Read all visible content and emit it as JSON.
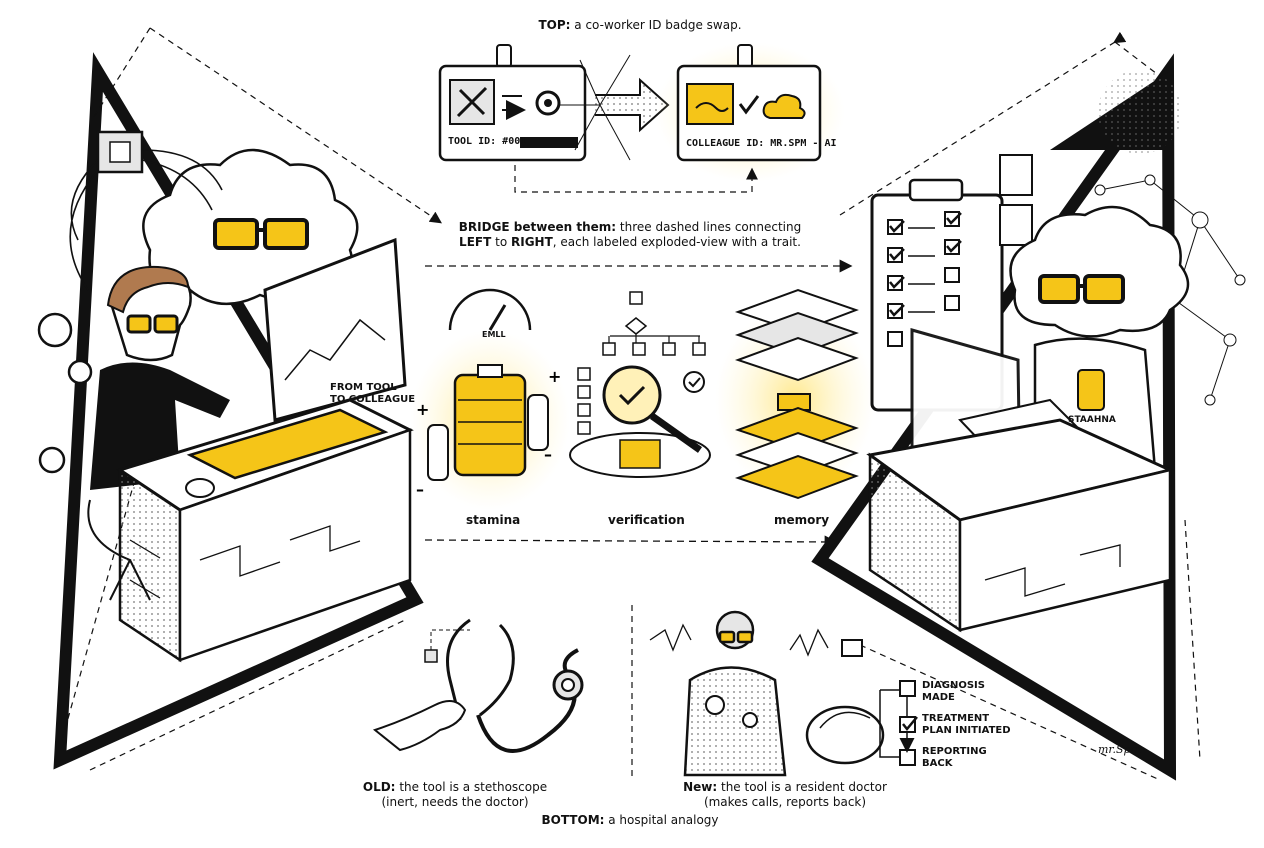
{
  "top": {
    "prefix": "TOP:",
    "text": "a co-worker ID badge swap."
  },
  "badge_left": {
    "id_text": "TOOL ID: #001"
  },
  "badge_right": {
    "id_text": "COLLEAGUE ID: MR.SPM - AI"
  },
  "bridge": {
    "line1_bold": "BRIDGE between them:",
    "line1_rest": "three dashed lines connecting",
    "line2_b1": "LEFT",
    "line2_mid": "to",
    "line2_b2": "RIGHT",
    "line2_rest": ", each labeled exploded-view with a trait."
  },
  "traits": [
    "stamina",
    "verification",
    "memory"
  ],
  "gauge_label": "EMLL",
  "left_scene": {
    "screen_label_1": "FROM TOOL",
    "screen_label_2": "TO COLLEAGUE"
  },
  "right_scene": {
    "chest_label": "STAAHNA"
  },
  "bottom_left": {
    "prefix": "OLD:",
    "text": "the tool is a stethoscope",
    "sub": "(inert, needs the doctor)"
  },
  "bottom_right": {
    "prefix": "New:",
    "text": "the tool is a resident doctor",
    "sub": "(makes calls, reports back)"
  },
  "bottom": {
    "prefix": "BOTTOM:",
    "text": "a hospital analogy"
  },
  "checklist": [
    {
      "line1": "DIAGNOSIS",
      "line2": "MADE",
      "checked": false
    },
    {
      "line1": "TREATMENT",
      "line2": "PLAN INITIATED",
      "checked": true
    },
    {
      "line1": "REPORTING",
      "line2": "BACK",
      "checked": false
    }
  ],
  "signature": "mr.Spm",
  "colors": {
    "accent": "#F5C518",
    "glow": "#FFF1B8",
    "ink": "#111111",
    "paper": "#FFFFFF",
    "shade": "#E6E6E6"
  }
}
